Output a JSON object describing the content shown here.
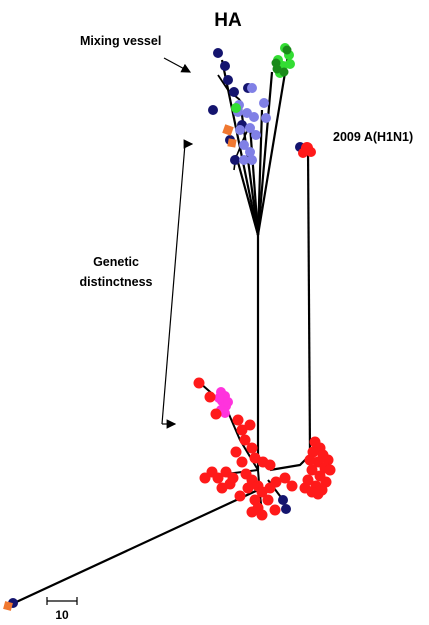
{
  "figure": {
    "title": "HA",
    "annotations": {
      "mixing_vessel": "Mixing vessel",
      "pandemic_label": "2009 A(H1N1)",
      "genetic_line1": "Genetic",
      "genetic_line2": "distinctness"
    },
    "scale_bar_label": "10"
  },
  "colors": {
    "branch": "#000000",
    "navy": "#14146e",
    "red": "#ff1a1a",
    "magenta": "#ff33dd",
    "light_green": "#33dd33",
    "dark_green": "#1a8a1a",
    "periwinkle": "#8080e6",
    "orange": "#f07830"
  }
}
